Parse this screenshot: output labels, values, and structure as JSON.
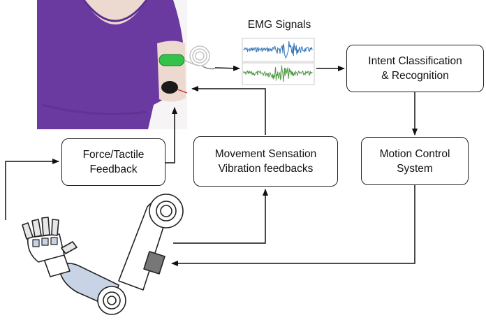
{
  "emg_title": "EMG Signals",
  "boxes": {
    "intent": [
      "Intent Classification",
      "& Recognition"
    ],
    "force": [
      "Force/Tactile",
      "Feedback"
    ],
    "movement": [
      "Movement Sensation",
      "Vibration feedbacks"
    ],
    "motion": [
      "Motion Control",
      "System"
    ]
  },
  "colors": {
    "shirt": "#6b3aa0",
    "skin": "#ecd9cf",
    "emg_top": "#2f73b5",
    "emg_bottom": "#4f9a45",
    "sensor_green": "#33c24a",
    "outline": "#222222",
    "robot_panel": "#c9d3e6"
  }
}
